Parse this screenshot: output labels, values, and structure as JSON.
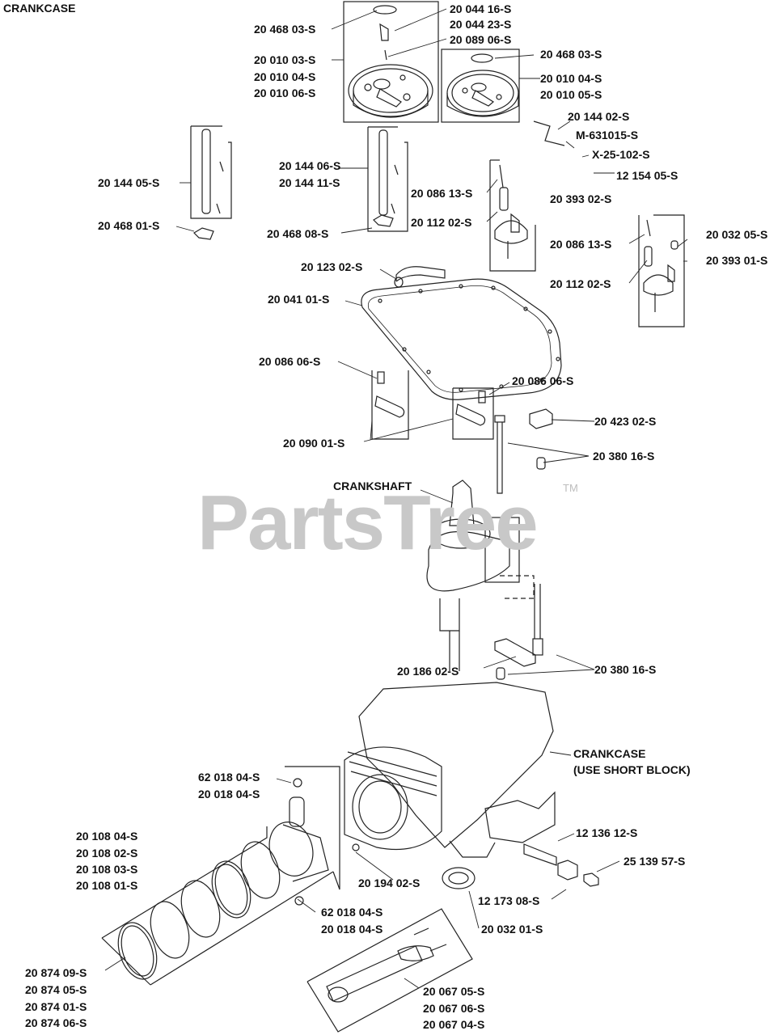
{
  "title": "CRANKCASE",
  "watermark": {
    "brand": "PartsTree",
    "tm": "TM"
  },
  "labels": {
    "l01": "20 468 03-S",
    "l02": "20 044 16-S",
    "l03": "20 044 23-S",
    "l04": "20 089 06-S",
    "l05": "20 010 03-S",
    "l06": "20 010 04-S",
    "l07": "20 010 06-S",
    "l08": "20 468 03-S",
    "l09": "20 010 04-S",
    "l10": "20 010 05-S",
    "l11": "20 144 02-S",
    "l12": "M-631015-S",
    "l13": "X-25-102-S",
    "l14": "12 154 05-S",
    "l15": "20 144 05-S",
    "l16": "20 468 01-S",
    "l17": "20 144 06-S",
    "l18": "20 144 11-S",
    "l19": "20 468 08-S",
    "l20": "20 086 13-S",
    "l21": "20 112 02-S",
    "l22": "20 393 02-S",
    "l23": "20 086 13-S",
    "l24": "20 112 02-S",
    "l25": "20 032 05-S",
    "l26": "20 393 01-S",
    "l27": "20 123 02-S",
    "l28": "20 041 01-S",
    "l29": "20 086 06-S",
    "l30": "20 086 06-S",
    "l31": "20 423 02-S",
    "l32": "20 090 01-S",
    "l33": "20 380 16-S",
    "l34": "CRANKSHAFT",
    "l35": "20 186 02-S",
    "l36": "20 380 16-S",
    "l37": "CRANKCASE",
    "l38": "(USE SHORT BLOCK)",
    "l39": "62 018 04-S",
    "l40": "20 018 04-S",
    "l41": "20 108 04-S",
    "l42": "20 108 02-S",
    "l43": "20 108 03-S",
    "l44": "20 108 01-S",
    "l45": "12 136 12-S",
    "l46": "25 139 57-S",
    "l47": "20 194 02-S",
    "l48": "12 173 08-S",
    "l49": "62 018 04-S",
    "l50": "20 018 04-S",
    "l51": "20 032 01-S",
    "l52": "20 874 09-S",
    "l53": "20 874 05-S",
    "l54": "20 874 01-S",
    "l55": "20 874 06-S",
    "l56": "20 067 05-S",
    "l57": "20 067 06-S",
    "l58": "20 067 04-S"
  }
}
